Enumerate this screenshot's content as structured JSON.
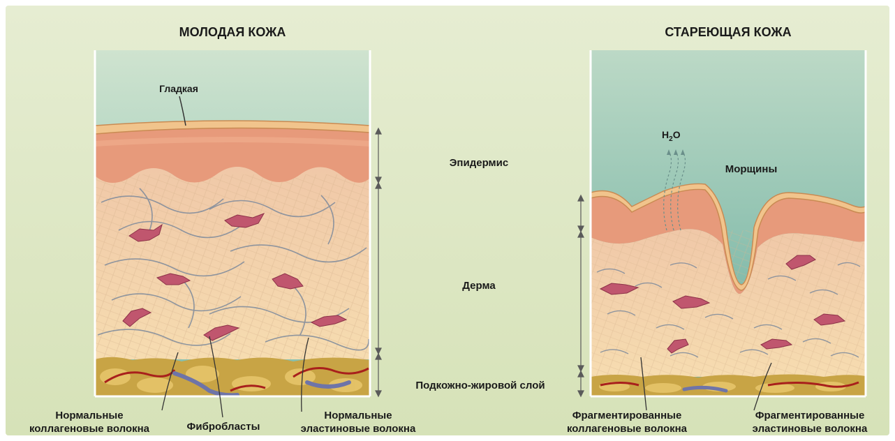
{
  "titles": {
    "young": "МОЛОДАЯ КОЖА",
    "aging": "СТАРЕЮЩАЯ КОЖА"
  },
  "layers": {
    "epidermis": "Эпидермис",
    "dermis": "Дерма",
    "subcutaneous": "Подкожно-жировой слой"
  },
  "young_labels": {
    "smooth": "Гладкая",
    "collagen_line1": "Нормальные",
    "collagen_line2": "коллагеновые волокна",
    "fibroblasts": "Фибробласты",
    "elastin_line1": "Нормальные",
    "elastin_line2": "эластиновые волокна"
  },
  "aging_labels": {
    "water_main": "H",
    "water_sub": "2",
    "water_end": "O",
    "wrinkles": "Морщины",
    "collagen_line1": "Фрагментированные",
    "collagen_line2": "коллагеновые волокна",
    "elastin_line1": "Фрагментированные",
    "elastin_line2": "эластиновые волокна"
  },
  "colors": {
    "background": "#dfe8c8",
    "air": "#7fbfae",
    "epidermis": "#e89a7c",
    "dermis": "#f2d2a8",
    "fat": "#c9a74a",
    "fibroblast": "#c0566e",
    "fiber": "#7d8a9c",
    "vessel": "#a8201c"
  }
}
